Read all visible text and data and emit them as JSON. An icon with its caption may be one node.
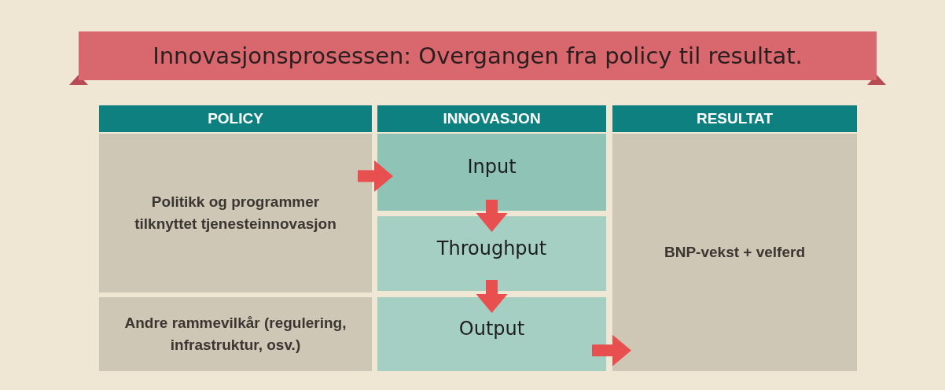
{
  "diagram": {
    "title": "Innovasjonsprosessen: Overgangen fra policy til resultat.",
    "nodes": [
      {
        "text": [
          "POLICY"
        ]
      },
      {
        "text": [
          "INNOVASJON"
        ]
      },
      {
        "text": [
          "RESULTAT"
        ]
      },
      {
        "text": [
          "Politikk og programmer tilknyttet tjenesteinnovasjon"
        ]
      },
      {
        "text": [
          "Andre rammevilkår (regulering, infrastruktur, osv.)"
        ]
      },
      {
        "text": [
          "Input"
        ]
      },
      {
        "text": [
          "Throughput"
        ]
      },
      {
        "text": [
          "Output"
        ]
      },
      {
        "text": [
          "BNP-vekst + velferd"
        ]
      }
    ],
    "edges": [
      {
        "from": 3,
        "to": 5,
        "arrow": "to"
      },
      {
        "from": 5,
        "to": 6,
        "arrow": "to"
      },
      {
        "from": 6,
        "to": 7,
        "arrow": "to"
      },
      {
        "from": 7,
        "to": 8,
        "arrow": "to"
      }
    ]
  }
}
